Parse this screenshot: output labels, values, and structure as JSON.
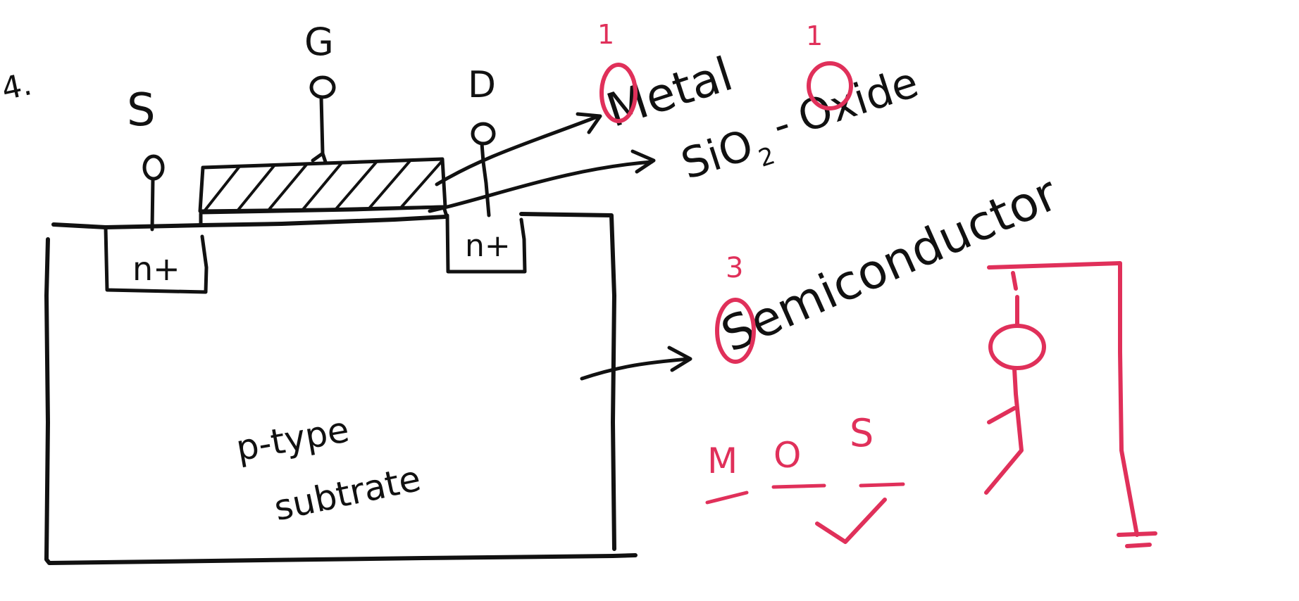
{
  "colors": {
    "ink": "#111111",
    "accent": "#e0305a",
    "background": "#ffffff"
  },
  "item_marker": "4.",
  "terminals": {
    "source": "S",
    "gate": "G",
    "drain": "D"
  },
  "regions": {
    "source_doping": "n+",
    "drain_doping": "n+",
    "substrate_line1": "p-type",
    "substrate_line2": "subtrate"
  },
  "layer_labels": {
    "metal": "Metal",
    "oxide_formula": "SiO",
    "oxide_subscript": "2",
    "oxide_dash": "-",
    "oxide": "Oxide",
    "semiconductor": "Semiconductor"
  },
  "annotations": {
    "metal_number": "1",
    "oxide_number": "1",
    "semiconductor_number": "3",
    "acronym": [
      "M",
      "O",
      "S"
    ],
    "check_mark": "check"
  },
  "icons": {
    "hatch": "gate-metal-hatch",
    "check": "check-mark-icon",
    "circuit": "mosfet-symbol-sketch"
  }
}
